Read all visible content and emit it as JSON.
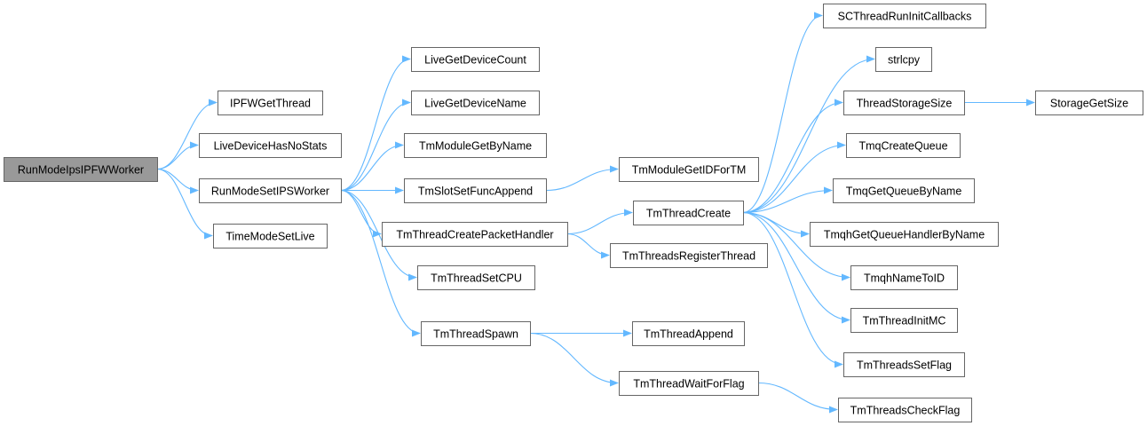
{
  "colors": {
    "root_fill": "#999999",
    "node_fill": "#ffffff",
    "node_stroke": "#666666",
    "edge": "#63b8ff"
  },
  "nodes": {
    "root": "RunModeIpsIPFWWorker",
    "ipfw_get_thread": "IPFWGetThread",
    "live_device_has_no_stats": "LiveDeviceHasNoStats",
    "run_mode_set_ips_worker": "RunModeSetIPSWorker",
    "time_mode_set_live": "TimeModeSetLive",
    "live_get_device_count": "LiveGetDeviceCount",
    "live_get_device_name": "LiveGetDeviceName",
    "tm_module_get_by_name": "TmModuleGetByName",
    "tm_slot_set_func_append": "TmSlotSetFuncAppend",
    "tm_thread_create_packet_handler": "TmThreadCreatePacketHandler",
    "tm_thread_set_cpu": "TmThreadSetCPU",
    "tm_thread_spawn": "TmThreadSpawn",
    "tm_module_get_id_for_tm": "TmModuleGetIDForTM",
    "tm_thread_create": "TmThreadCreate",
    "tm_threads_register_thread": "TmThreadsRegisterThread",
    "tm_thread_append": "TmThreadAppend",
    "tm_thread_wait_for_flag": "TmThreadWaitForFlag",
    "sc_thread_run_init_callbacks": "SCThreadRunInitCallbacks",
    "strlcpy": "strlcpy",
    "thread_storage_size": "ThreadStorageSize",
    "tmq_create_queue": "TmqCreateQueue",
    "tmq_get_queue_by_name": "TmqGetQueueByName",
    "tmqh_get_queue_handler_by_name": "TmqhGetQueueHandlerByName",
    "tmqh_name_to_id": "TmqhNameToID",
    "tm_thread_init_mc": "TmThreadInitMC",
    "tm_threads_set_flag": "TmThreadsSetFlag",
    "tm_threads_check_flag": "TmThreadsCheckFlag",
    "storage_get_size": "StorageGetSize"
  },
  "edges": [
    [
      "root",
      "ipfw_get_thread"
    ],
    [
      "root",
      "live_device_has_no_stats"
    ],
    [
      "root",
      "run_mode_set_ips_worker"
    ],
    [
      "root",
      "time_mode_set_live"
    ],
    [
      "run_mode_set_ips_worker",
      "live_get_device_count"
    ],
    [
      "run_mode_set_ips_worker",
      "live_get_device_name"
    ],
    [
      "run_mode_set_ips_worker",
      "tm_module_get_by_name"
    ],
    [
      "run_mode_set_ips_worker",
      "tm_slot_set_func_append"
    ],
    [
      "run_mode_set_ips_worker",
      "tm_thread_create_packet_handler"
    ],
    [
      "run_mode_set_ips_worker",
      "tm_thread_set_cpu"
    ],
    [
      "run_mode_set_ips_worker",
      "tm_thread_spawn"
    ],
    [
      "tm_slot_set_func_append",
      "tm_module_get_id_for_tm"
    ],
    [
      "tm_thread_create_packet_handler",
      "tm_thread_create"
    ],
    [
      "tm_thread_create_packet_handler",
      "tm_threads_register_thread"
    ],
    [
      "tm_thread_spawn",
      "tm_thread_append"
    ],
    [
      "tm_thread_spawn",
      "tm_thread_wait_for_flag"
    ],
    [
      "tm_thread_wait_for_flag",
      "tm_threads_check_flag"
    ],
    [
      "tm_thread_create",
      "sc_thread_run_init_callbacks"
    ],
    [
      "tm_thread_create",
      "strlcpy"
    ],
    [
      "tm_thread_create",
      "thread_storage_size"
    ],
    [
      "tm_thread_create",
      "tmq_create_queue"
    ],
    [
      "tm_thread_create",
      "tmq_get_queue_by_name"
    ],
    [
      "tm_thread_create",
      "tmqh_get_queue_handler_by_name"
    ],
    [
      "tm_thread_create",
      "tmqh_name_to_id"
    ],
    [
      "tm_thread_create",
      "tm_thread_init_mc"
    ],
    [
      "tm_thread_create",
      "tm_threads_set_flag"
    ],
    [
      "thread_storage_size",
      "storage_get_size"
    ]
  ]
}
